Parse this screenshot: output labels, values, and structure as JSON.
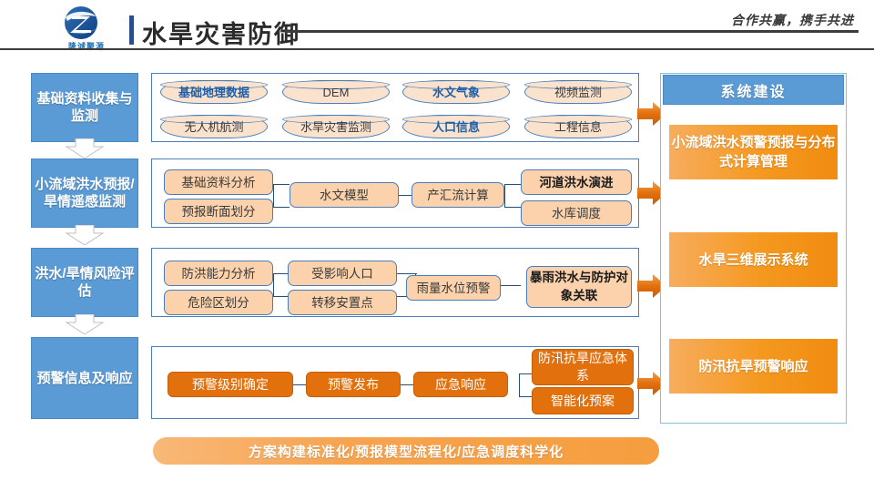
{
  "header": {
    "logo_text": "隆诚聚源",
    "title": "水旱灾害防御",
    "slogan": "合作共赢，携手共进"
  },
  "stages": [
    {
      "id": "stage-1",
      "label": "基础资料收集与监测"
    },
    {
      "id": "stage-2",
      "label": "小流域洪水预报/旱情遥感监测"
    },
    {
      "id": "stage-3",
      "label": "洪水/旱情风险评估"
    },
    {
      "id": "stage-4",
      "label": "预警信息及响应"
    }
  ],
  "row1": {
    "nodes": [
      {
        "label": "基础地理数据",
        "highlight": true
      },
      {
        "label": "DEM",
        "highlight": false
      },
      {
        "label": "水文气象",
        "highlight": true
      },
      {
        "label": "视频监测",
        "highlight": false
      },
      {
        "label": "无人机航测",
        "highlight": false
      },
      {
        "label": "水旱灾害监测",
        "highlight": false
      },
      {
        "label": "人口信息",
        "highlight": true
      },
      {
        "label": "工程信息",
        "highlight": false
      }
    ]
  },
  "row2": {
    "nodes": [
      {
        "label": "基础资料分析",
        "highlight": false
      },
      {
        "label": "预报断面划分",
        "highlight": false
      },
      {
        "label": "水文模型",
        "highlight": false
      },
      {
        "label": "产汇流计算",
        "highlight": false
      },
      {
        "label": "河道洪水演进",
        "highlight": true
      },
      {
        "label": "水库调度",
        "highlight": false
      }
    ]
  },
  "row3": {
    "nodes": [
      {
        "label": "防洪能力分析",
        "highlight": false
      },
      {
        "label": "危险区划分",
        "highlight": false
      },
      {
        "label": "受影响人口",
        "highlight": false
      },
      {
        "label": "转移安置点",
        "highlight": false
      },
      {
        "label": "雨量水位预警",
        "highlight": false
      },
      {
        "label": "暴雨洪水与防护对象关联",
        "highlight": true
      }
    ]
  },
  "row4": {
    "nodes": [
      {
        "label": "预警级别确定"
      },
      {
        "label": "预警发布"
      },
      {
        "label": "应急响应"
      },
      {
        "label": "防汛抗旱应急体系"
      },
      {
        "label": "智能化预案"
      }
    ]
  },
  "system_panel": {
    "title": "系统建设",
    "items": [
      {
        "label": "小流域洪水预警预报与分布式计算管理"
      },
      {
        "label": "水旱三维展示系统"
      },
      {
        "label": "防汛抗旱预警响应"
      }
    ]
  },
  "banner": {
    "label": "方案构建标准化/预报模型流程化/应急调度科学化"
  },
  "colors": {
    "stage_blue": "#5b9bd5",
    "panel_border": "#4a7ebb",
    "cylinder_fill": "#fbe2cd",
    "rounded_fill": "#fbd2ac",
    "solid_orange": "#e2700d",
    "arrow_orange": "#e2700d",
    "sys_orange_start": "#f7ad5e",
    "sys_orange_end": "#f08c10",
    "highlight_blue_text": "#1f5fa8",
    "title_dark": "#2b2b2b"
  }
}
